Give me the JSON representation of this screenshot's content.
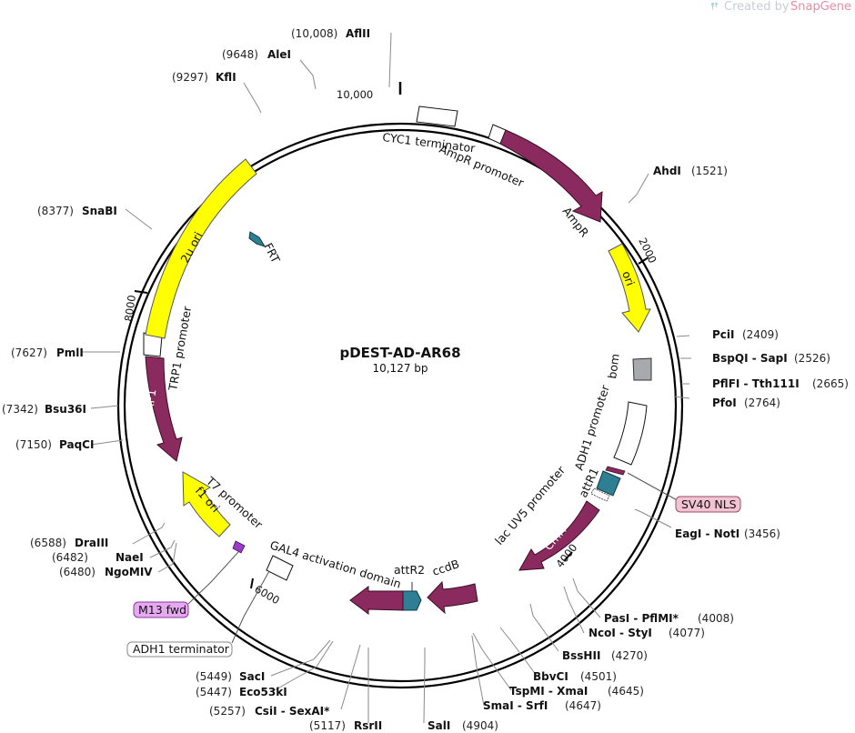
{
  "plasmid": {
    "name": "pDEST-AD-AR68",
    "size_label": "10,127 bp"
  },
  "watermark": {
    "prefix": "Created by ",
    "brand": "SnapGene"
  },
  "backbone_ticks": [
    {
      "label": "10,000"
    },
    {
      "label": "2000"
    },
    {
      "label": "4000"
    },
    {
      "label": "6000"
    },
    {
      "label": "8000"
    }
  ],
  "restriction_sites": [
    {
      "pos": "(10,008)",
      "name": "AflII"
    },
    {
      "pos": "(9648)",
      "name": "AleI"
    },
    {
      "pos": "(9297)",
      "name": "KflI"
    },
    {
      "pos": "(1521)",
      "name": "AhdI"
    },
    {
      "pos": "(8377)",
      "name": "SnaBI"
    },
    {
      "pos": "(2409)",
      "name": "PciI"
    },
    {
      "pos": "(7627)",
      "name": "PmlI"
    },
    {
      "pos": "(2526)",
      "name": "BspQI - SapI"
    },
    {
      "pos": "(2665)",
      "name": "PflFI - Tth111I"
    },
    {
      "pos": "(7342)",
      "name": "Bsu36I"
    },
    {
      "pos": "(2764)",
      "name": "PfoI"
    },
    {
      "pos": "(7150)",
      "name": "PaqCI"
    },
    {
      "pos": "(3456)",
      "name": "EagI - NotI"
    },
    {
      "pos": "(6588)",
      "name": "DraIII"
    },
    {
      "pos": "(6482)",
      "name": "NaeI"
    },
    {
      "pos": "(6480)",
      "name": "NgoMIV"
    },
    {
      "pos": "(4008)",
      "name": "PasI - PflMI*"
    },
    {
      "pos": "(4077)",
      "name": "NcoI - StyI"
    },
    {
      "pos": "(4270)",
      "name": "BssHII"
    },
    {
      "pos": "(4501)",
      "name": "BbvCI"
    },
    {
      "pos": "(4645)",
      "name": "TspMI - XmaI"
    },
    {
      "pos": "(4647)",
      "name": "SmaI - SrfI"
    },
    {
      "pos": "(5449)",
      "name": "SacI"
    },
    {
      "pos": "(5447)",
      "name": "Eco53kI"
    },
    {
      "pos": "(5257)",
      "name": "CsiI - SexAI*"
    },
    {
      "pos": "(5117)",
      "name": "RsrII"
    },
    {
      "pos": "(4904)",
      "name": "SalI"
    }
  ],
  "features": [
    {
      "name": "CYC1 terminator"
    },
    {
      "name": "AmpR promoter"
    },
    {
      "name": "AmpR"
    },
    {
      "name": "ori"
    },
    {
      "name": "bom"
    },
    {
      "name": "ADH1 promoter"
    },
    {
      "name": "attR1"
    },
    {
      "name": "SV40 NLS"
    },
    {
      "name": "lac UV5 promoter"
    },
    {
      "name": "CmR"
    },
    {
      "name": "ccdB"
    },
    {
      "name": "attR2"
    },
    {
      "name": "GAL4 activation domain"
    },
    {
      "name": "ADH1 terminator"
    },
    {
      "name": "M13 fwd"
    },
    {
      "name": "T7 promoter"
    },
    {
      "name": "f1 ori"
    },
    {
      "name": "TRP1 promoter"
    },
    {
      "name": "TRP1"
    },
    {
      "name": "2u ori"
    },
    {
      "name": "FRT"
    }
  ],
  "colors": {
    "ampr": "#8b2a5e",
    "ori": "#ffff00",
    "attR": "#2e7f93",
    "bom": "#a7a9ac",
    "sv40_label_bg": "#f2c3d2",
    "m13_label_bg": "#e6a8f0",
    "promoter_box": "#ffffff"
  }
}
